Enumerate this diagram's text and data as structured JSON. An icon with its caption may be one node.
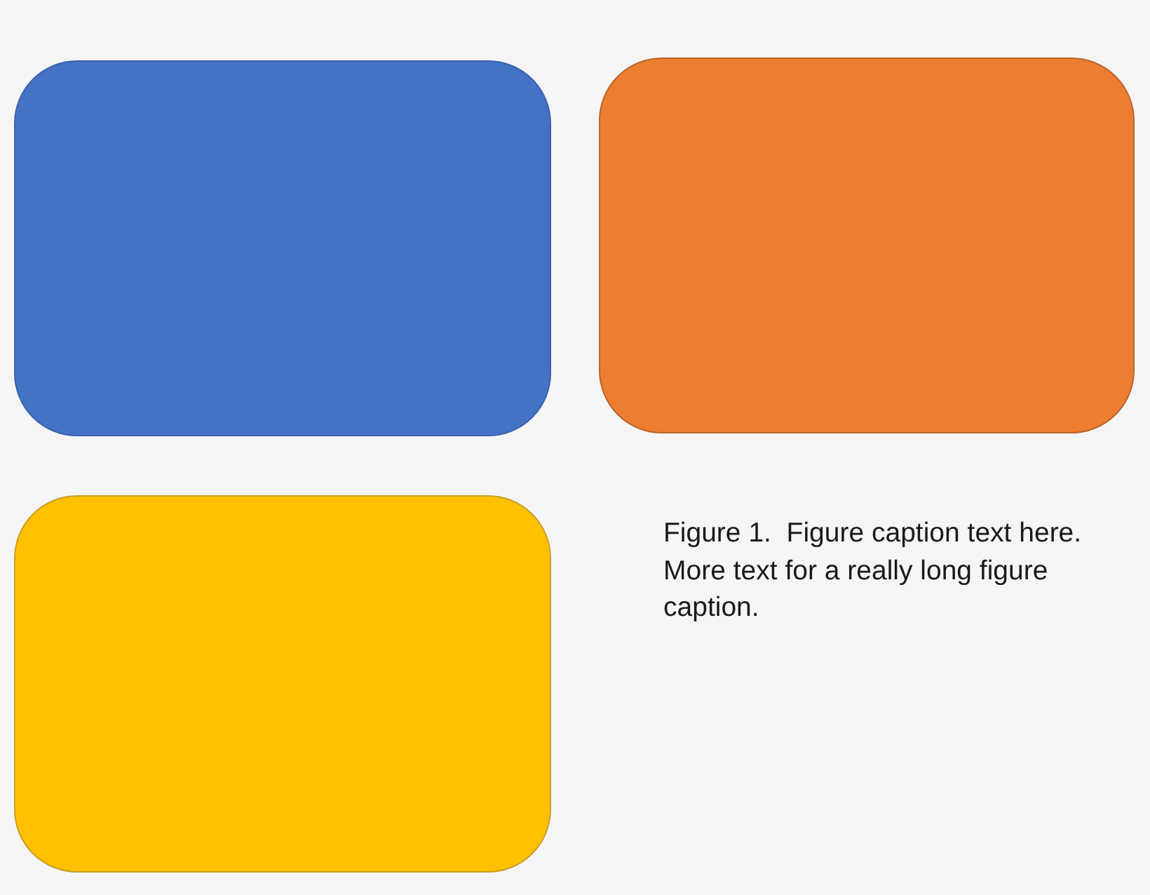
{
  "diagram": {
    "caption": "Figure 1.  Figure caption text here. More text for a really long figure caption.",
    "nodes": [
      {
        "text": [],
        "shape": "box"
      },
      {
        "text": [],
        "shape": "box"
      },
      {
        "text": [],
        "shape": "box"
      }
    ]
  }
}
